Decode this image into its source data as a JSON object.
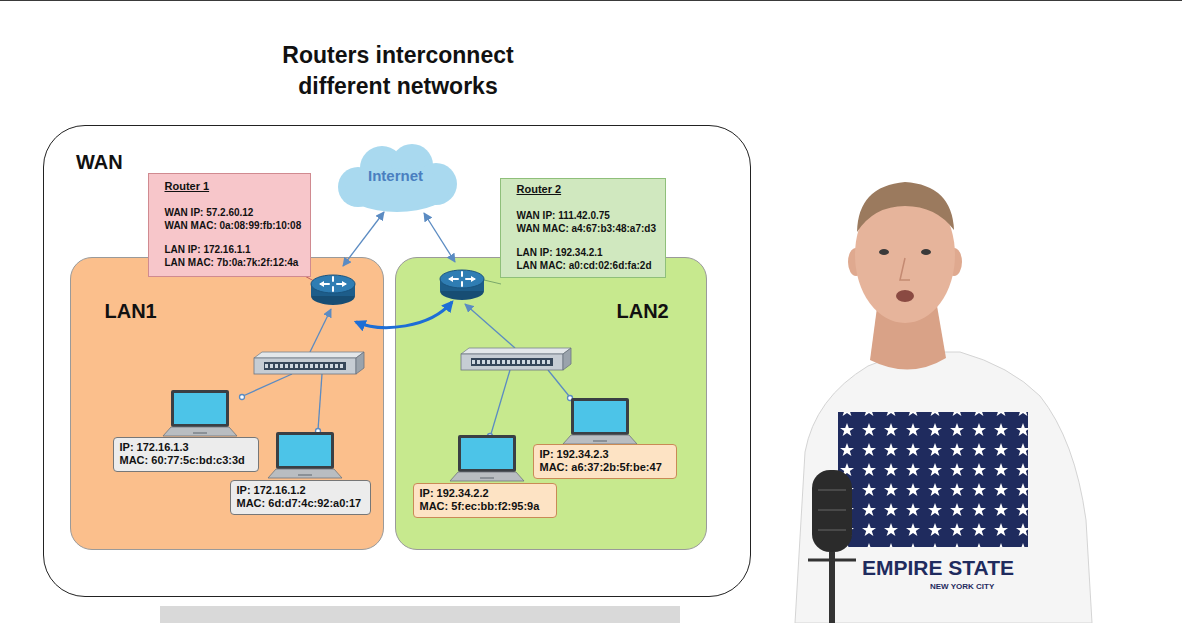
{
  "diagram": {
    "title": "Routers interconnect different networks",
    "nodes": [
      {
        "text": [
          "WAN"
        ]
      },
      {
        "text": [
          "Internet"
        ],
        "in": 0
      },
      {
        "text": [
          "Router 1",
          "WAN IP: 57.2.60.12",
          "WAN MAC: 0a:08:99:fb:10:08",
          "LAN IP: 172.16.1.1",
          "LAN MAC: 7b:0a:7k:2f:12:4a"
        ],
        "in": 0
      },
      {
        "text": [
          "Router 2",
          "WAN IP: 111.42.0.75",
          "WAN MAC: a4:67:b3:48:a7:d3",
          "LAN IP: 192.34.2.1",
          "LAN MAC: a0:cd:02:6d:fa:2d"
        ],
        "in": 0
      },
      {
        "text": [
          "LAN1"
        ],
        "in": 0
      },
      {
        "text": [
          "LAN2"
        ],
        "in": 0
      },
      {
        "text": [
          "IP: 172.16.1.3",
          "MAC: 60:77:5c:bd:c3:3d"
        ],
        "in": 4
      },
      {
        "text": [
          "IP: 172.16.1.2",
          "MAC: 6d:d7:4c:92:a0:17"
        ],
        "in": 4
      },
      {
        "text": [
          "IP: 192.34.2.3",
          "MAC: a6:37:2b:5f:be:47"
        ],
        "in": 5
      },
      {
        "text": [
          "IP: 192.34.2.2",
          "MAC: 5f:ec:bb:f2:95:9a"
        ],
        "in": 5
      }
    ],
    "labels": [
      "EMPIRE STATE",
      "NEW YORK CITY"
    ]
  }
}
